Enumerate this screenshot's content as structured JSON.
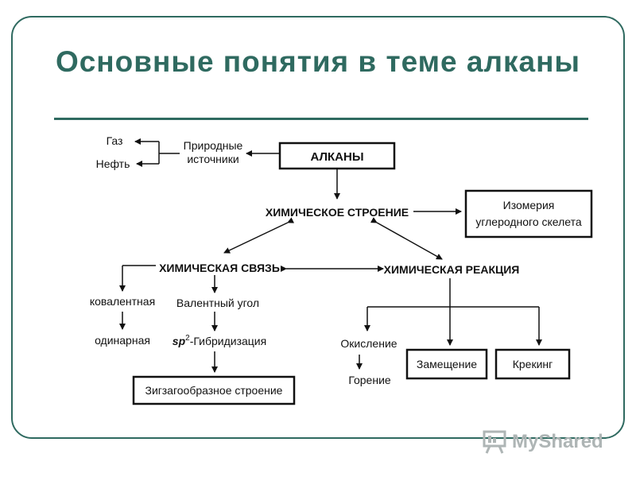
{
  "slide": {
    "title": "Основные понятия в теме алканы",
    "accent_color": "#2f6a60"
  },
  "diagram": {
    "nodes": {
      "alkanes": "АЛКАНЫ",
      "natural_sources_line1": "Природные",
      "natural_sources_line2": "источники",
      "gas": "Газ",
      "oil": "Нефть",
      "chemical_structure": "ХИМИЧЕСКОЕ СТРОЕНИЕ",
      "isomerism_line1": "Изомерия",
      "isomerism_line2": "углеродного скелета",
      "chemical_bond": "ХИМИЧЕСКАЯ СВЯЗЬ",
      "chemical_reaction": "ХИМИЧЕСКАЯ РЕАКЦИЯ",
      "covalent": "ковалентная",
      "single": "одинарная",
      "valence_angle": "Валентный угол",
      "hybridization_prefix": "sp",
      "hybridization_sup": "2",
      "hybridization_rest": "-Гибридизация",
      "zigzag": "Зигзагообразное строение",
      "oxidation": "Окисление",
      "combustion": "Горение",
      "substitution": "Замещение",
      "cracking": "Крекинг"
    }
  },
  "watermark": {
    "text": "MyShared",
    "icon": "presentation-board-icon"
  }
}
